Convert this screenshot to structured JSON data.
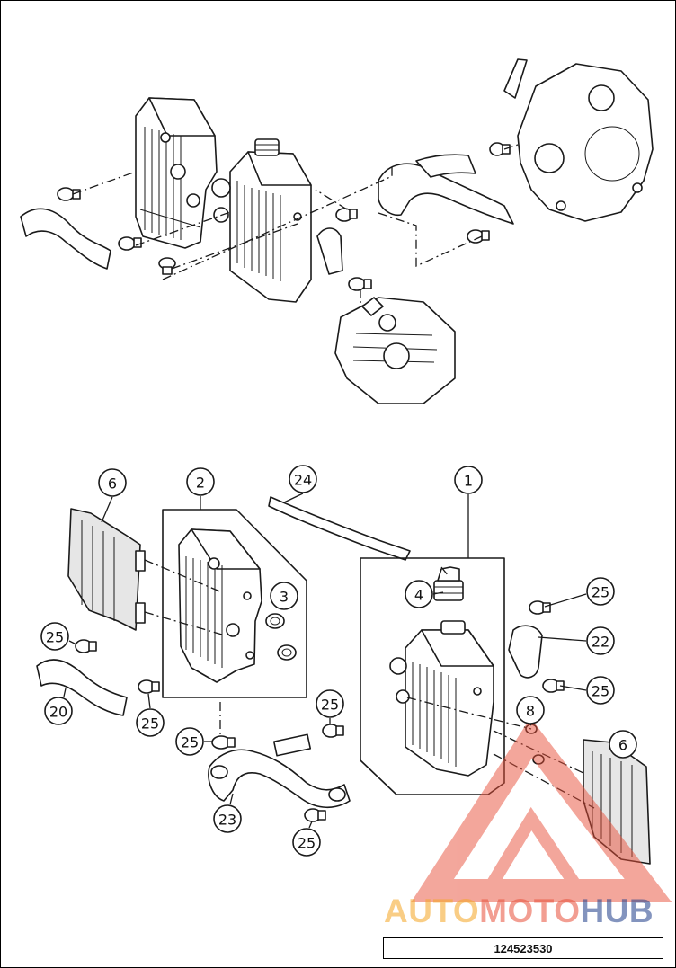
{
  "diagram": {
    "part_number": "124523530",
    "callouts": [
      {
        "id": "c1",
        "label": "1"
      },
      {
        "id": "c2",
        "label": "2"
      },
      {
        "id": "c3",
        "label": "3"
      },
      {
        "id": "c4",
        "label": "4"
      },
      {
        "id": "c6a",
        "label": "6"
      },
      {
        "id": "c6b",
        "label": "6"
      },
      {
        "id": "c8",
        "label": "8"
      },
      {
        "id": "c20",
        "label": "20"
      },
      {
        "id": "c22",
        "label": "22"
      },
      {
        "id": "c23",
        "label": "23"
      },
      {
        "id": "c24",
        "label": "24"
      },
      {
        "id": "c25a",
        "label": "25"
      },
      {
        "id": "c25b",
        "label": "25"
      },
      {
        "id": "c25c",
        "label": "25"
      },
      {
        "id": "c25d",
        "label": "25"
      },
      {
        "id": "c25e",
        "label": "25"
      },
      {
        "id": "c25f",
        "label": "25"
      },
      {
        "id": "c25g",
        "label": "25"
      }
    ]
  },
  "watermark": {
    "part1": "AUTO",
    "part2": "MOTO",
    "part3": "HUB",
    "colors": {
      "auto": "#f5a623",
      "moto": "#e8503a",
      "hub": "#1f3d8a",
      "triangle": "#e8503a"
    }
  }
}
